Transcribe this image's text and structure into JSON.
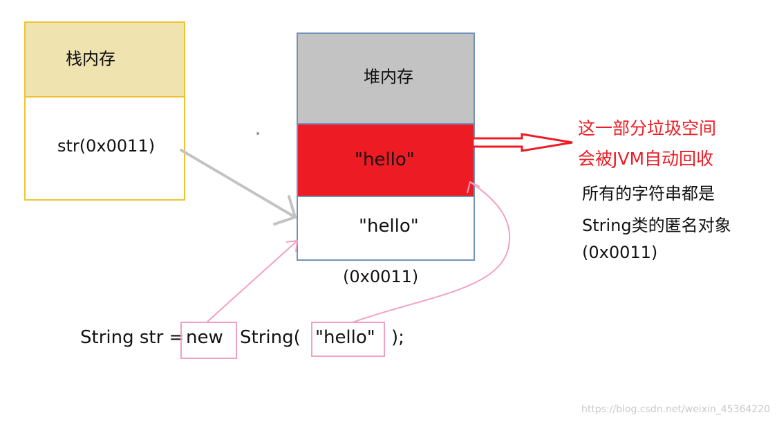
{
  "stack": {
    "title": "栈内存",
    "variable": "str(0x0011)"
  },
  "heap": {
    "title": "堆内存",
    "garbage_value": "\"hello\"",
    "object_value": "\"hello\"",
    "address": "(0x0011)"
  },
  "gc_note": {
    "line1": "这一部分垃圾空间",
    "line2": "会被JVM自动回收"
  },
  "anon_note": {
    "line1": "所有的字符串都是",
    "line2": "String类的匿名对象",
    "line3": "(0x0011)"
  },
  "code": {
    "part1": "String str =",
    "new_keyword": "new",
    "part2": "String(",
    "literal": "\"hello\"",
    "part3": ");"
  },
  "watermark": "https://blog.csdn.net/weixin_45364220",
  "colors": {
    "stack_border": "#f2c232",
    "stack_header": "#efe3b0",
    "heap_border": "#7092be",
    "heap_header": "#c3c3c3",
    "garbage_fill": "#ed1c24",
    "pink_arrow": "#f2a0c4",
    "gray_arrow": "#c3c3c3"
  }
}
